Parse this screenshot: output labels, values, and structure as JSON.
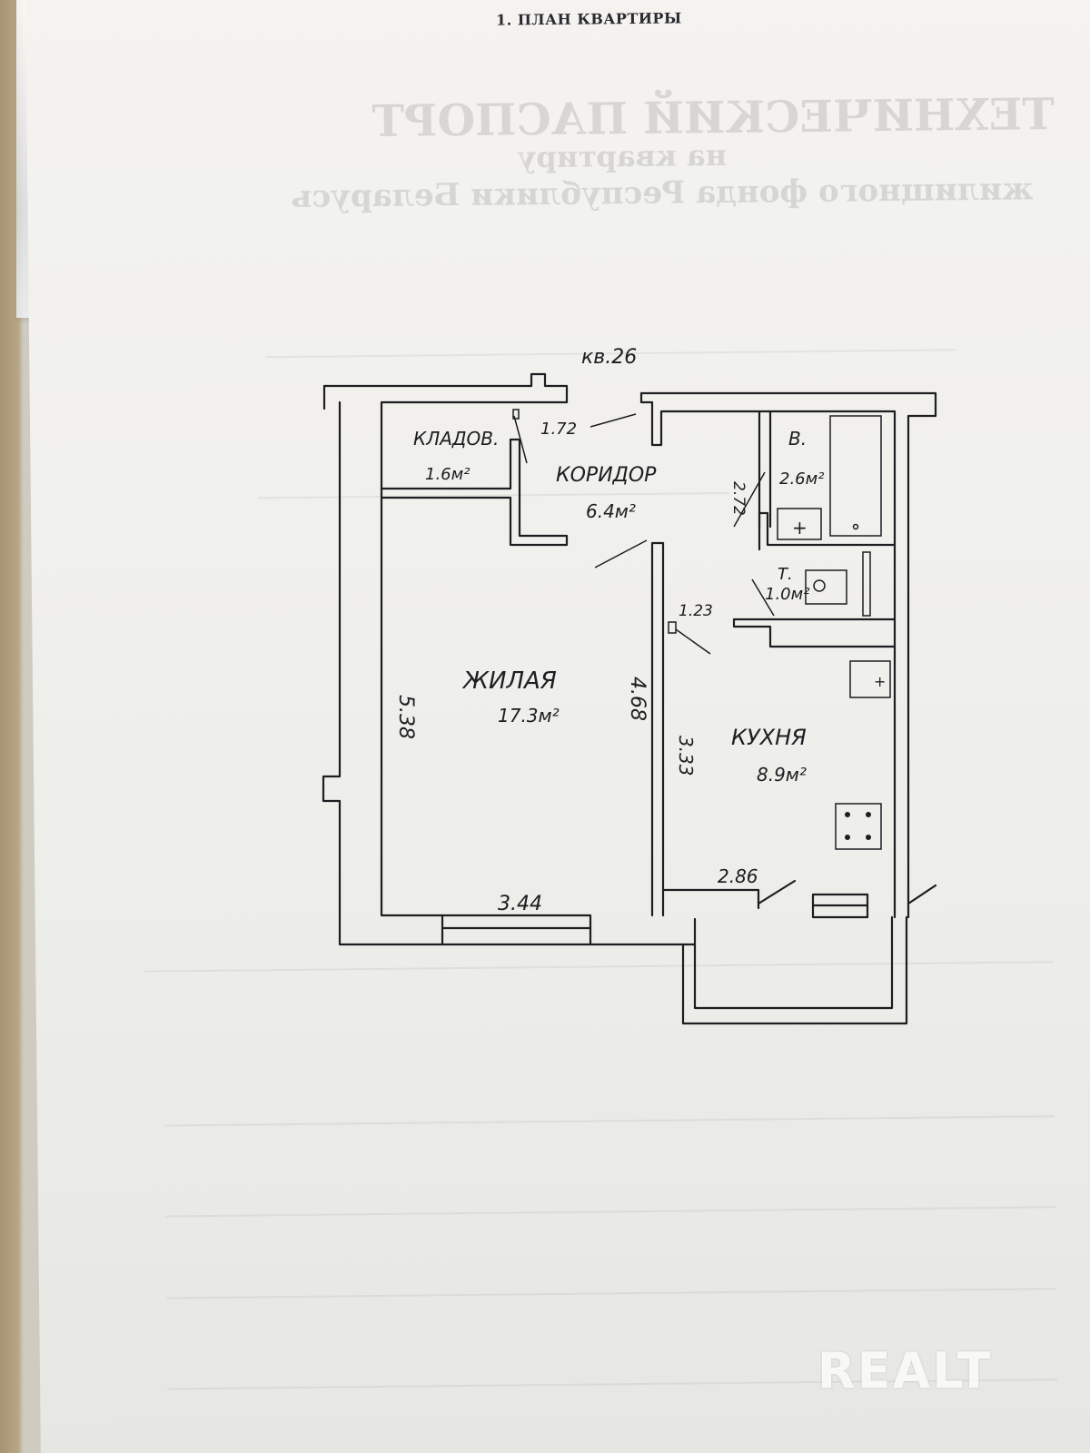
{
  "document": {
    "title": "1. ПЛАН КВАРТИРЫ"
  },
  "bleed_through": {
    "line1": "ТЕХНИЧЕСКИЙ ПАСПОРТ",
    "line2": "на квартиру",
    "line3": "жилищного фонда Республики Беларусь"
  },
  "plan": {
    "apartment": "кв.26",
    "rooms": {
      "storage": {
        "name": "КЛАДОВ.",
        "area": "1.6м²"
      },
      "corridor": {
        "name": "КОРИДОР",
        "area": "6.4м²"
      },
      "bath": {
        "name": "В.",
        "area": "2.6м²"
      },
      "toilet": {
        "name": "Т.",
        "area": "1.0м²"
      },
      "living": {
        "name": "ЖИЛАЯ",
        "area": "17.3м²"
      },
      "kitchen": {
        "name": "КУХНЯ",
        "area": "8.9м²"
      }
    },
    "dimensions": {
      "storage_height": "1.72",
      "bath_height": "2.72",
      "corridor_door": "1.23",
      "living_left": "5.38",
      "living_right": "4.68",
      "living_bottom": "3.44",
      "kitchen_left": "3.33",
      "kitchen_bottom": "2.86"
    }
  },
  "watermark": "REALT"
}
